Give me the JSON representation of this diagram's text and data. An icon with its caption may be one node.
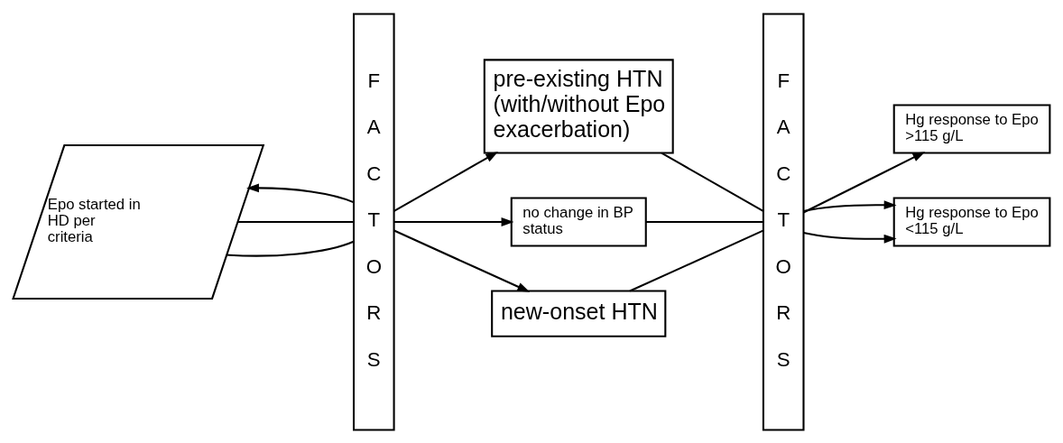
{
  "diagram": {
    "nodes": [
      {
        "text": [
          "Epo started in HD per criteria"
        ]
      },
      {
        "text": [
          "F A C T O R S"
        ]
      },
      {
        "text": [
          "pre-existing HTN (with/without Epo exacerbation)"
        ]
      },
      {
        "text": [
          "no change in BP status"
        ]
      },
      {
        "text": [
          "new-onset HTN"
        ]
      },
      {
        "text": [
          "F A C T O R S"
        ]
      },
      {
        "text": [
          "Hg response to Epo >115 g/L"
        ]
      },
      {
        "text": [
          "Hg response to Epo <115 g/L"
        ]
      }
    ],
    "edges": [
      {
        "from": 0,
        "to": 1,
        "arrow": "none"
      },
      {
        "from": 0,
        "to": 1,
        "arrow": "none"
      },
      {
        "from": 1,
        "to": 0,
        "arrow": "to"
      },
      {
        "from": 1,
        "to": 2,
        "arrow": "to"
      },
      {
        "from": 1,
        "to": 3,
        "arrow": "to"
      },
      {
        "from": 1,
        "to": 4,
        "arrow": "to"
      },
      {
        "from": 2,
        "to": 5,
        "arrow": "none"
      },
      {
        "from": 3,
        "to": 5,
        "arrow": "none"
      },
      {
        "from": 4,
        "to": 5,
        "arrow": "none"
      },
      {
        "from": 5,
        "to": 6,
        "arrow": "to"
      },
      {
        "from": 5,
        "to": 7,
        "arrow": "to"
      },
      {
        "from": 5,
        "to": 7,
        "arrow": "to"
      }
    ]
  }
}
